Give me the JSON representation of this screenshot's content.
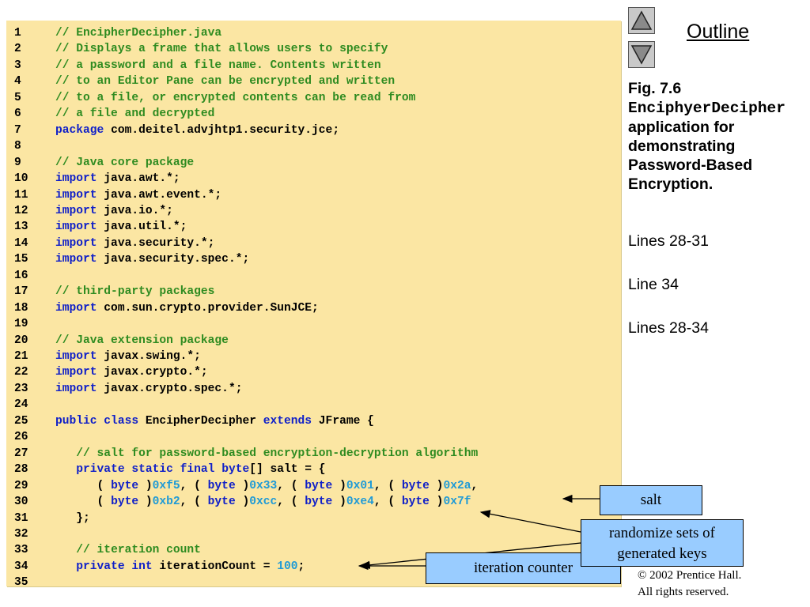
{
  "code": {
    "lines": [
      {
        "n": "1",
        "tokens": [
          {
            "t": "c",
            "v": "// EncipherDecipher.java"
          }
        ]
      },
      {
        "n": "2",
        "tokens": [
          {
            "t": "c",
            "v": "// Displays a frame that allows users to specify"
          }
        ]
      },
      {
        "n": "3",
        "tokens": [
          {
            "t": "c",
            "v": "// a password and a file name. Contents written"
          }
        ]
      },
      {
        "n": "4",
        "tokens": [
          {
            "t": "c",
            "v": "// to an Editor Pane can be encrypted and written"
          }
        ]
      },
      {
        "n": "5",
        "tokens": [
          {
            "t": "c",
            "v": "// to a file, or encrypted contents can be read from"
          }
        ]
      },
      {
        "n": "6",
        "tokens": [
          {
            "t": "c",
            "v": "// a file and decrypted"
          }
        ]
      },
      {
        "n": "7",
        "tokens": [
          {
            "t": "k",
            "v": "package"
          },
          {
            "t": "p",
            "v": " com.deitel.advjhtp1.security.jce;"
          }
        ]
      },
      {
        "n": "8",
        "tokens": []
      },
      {
        "n": "9",
        "tokens": [
          {
            "t": "c",
            "v": "// Java core package"
          }
        ]
      },
      {
        "n": "10",
        "tokens": [
          {
            "t": "k",
            "v": "import"
          },
          {
            "t": "p",
            "v": " java.awt.*;"
          }
        ]
      },
      {
        "n": "11",
        "tokens": [
          {
            "t": "k",
            "v": "import"
          },
          {
            "t": "p",
            "v": " java.awt.event.*;"
          }
        ]
      },
      {
        "n": "12",
        "tokens": [
          {
            "t": "k",
            "v": "import"
          },
          {
            "t": "p",
            "v": " java.io.*;"
          }
        ]
      },
      {
        "n": "13",
        "tokens": [
          {
            "t": "k",
            "v": "import"
          },
          {
            "t": "p",
            "v": " java.util.*;"
          }
        ]
      },
      {
        "n": "14",
        "tokens": [
          {
            "t": "k",
            "v": "import"
          },
          {
            "t": "p",
            "v": " java.security.*;"
          }
        ]
      },
      {
        "n": "15",
        "tokens": [
          {
            "t": "k",
            "v": "import"
          },
          {
            "t": "p",
            "v": " java.security.spec.*;"
          }
        ]
      },
      {
        "n": "16",
        "tokens": []
      },
      {
        "n": "17",
        "tokens": [
          {
            "t": "c",
            "v": "// third-party packages"
          }
        ]
      },
      {
        "n": "18",
        "tokens": [
          {
            "t": "k",
            "v": "import"
          },
          {
            "t": "p",
            "v": " com.sun.crypto.provider.SunJCE;"
          }
        ]
      },
      {
        "n": "19",
        "tokens": []
      },
      {
        "n": "20",
        "tokens": [
          {
            "t": "c",
            "v": "// Java extension package"
          }
        ]
      },
      {
        "n": "21",
        "tokens": [
          {
            "t": "k",
            "v": "import"
          },
          {
            "t": "p",
            "v": " javax.swing.*;"
          }
        ]
      },
      {
        "n": "22",
        "tokens": [
          {
            "t": "k",
            "v": "import"
          },
          {
            "t": "p",
            "v": " javax.crypto.*;"
          }
        ]
      },
      {
        "n": "23",
        "tokens": [
          {
            "t": "k",
            "v": "import"
          },
          {
            "t": "p",
            "v": " javax.crypto.spec.*;"
          }
        ]
      },
      {
        "n": "24",
        "tokens": []
      },
      {
        "n": "25",
        "tokens": [
          {
            "t": "k",
            "v": "public class"
          },
          {
            "t": "p",
            "v": " EncipherDecipher "
          },
          {
            "t": "k",
            "v": "extends"
          },
          {
            "t": "p",
            "v": " JFrame {"
          }
        ]
      },
      {
        "n": "26",
        "tokens": []
      },
      {
        "n": "27",
        "tokens": [
          {
            "t": "p",
            "v": "   "
          },
          {
            "t": "c",
            "v": "// salt for password-based encryption-decryption algorithm"
          }
        ]
      },
      {
        "n": "28",
        "tokens": [
          {
            "t": "p",
            "v": "   "
          },
          {
            "t": "k",
            "v": "private static final byte"
          },
          {
            "t": "p",
            "v": "[] salt = {"
          }
        ]
      },
      {
        "n": "29",
        "tokens": [
          {
            "t": "p",
            "v": "      ( "
          },
          {
            "t": "k",
            "v": "byte"
          },
          {
            "t": "p",
            "v": " )"
          },
          {
            "t": "n",
            "v": "0xf5"
          },
          {
            "t": "p",
            "v": ", ( "
          },
          {
            "t": "k",
            "v": "byte"
          },
          {
            "t": "p",
            "v": " )"
          },
          {
            "t": "n",
            "v": "0x33"
          },
          {
            "t": "p",
            "v": ", ( "
          },
          {
            "t": "k",
            "v": "byte"
          },
          {
            "t": "p",
            "v": " )"
          },
          {
            "t": "n",
            "v": "0x01"
          },
          {
            "t": "p",
            "v": ", ( "
          },
          {
            "t": "k",
            "v": "byte"
          },
          {
            "t": "p",
            "v": " )"
          },
          {
            "t": "n",
            "v": "0x2a"
          },
          {
            "t": "p",
            "v": ","
          }
        ]
      },
      {
        "n": "30",
        "tokens": [
          {
            "t": "p",
            "v": "      ( "
          },
          {
            "t": "k",
            "v": "byte"
          },
          {
            "t": "p",
            "v": " )"
          },
          {
            "t": "n",
            "v": "0xb2"
          },
          {
            "t": "p",
            "v": ", ( "
          },
          {
            "t": "k",
            "v": "byte"
          },
          {
            "t": "p",
            "v": " )"
          },
          {
            "t": "n",
            "v": "0xcc"
          },
          {
            "t": "p",
            "v": ", ( "
          },
          {
            "t": "k",
            "v": "byte"
          },
          {
            "t": "p",
            "v": " )"
          },
          {
            "t": "n",
            "v": "0xe4"
          },
          {
            "t": "p",
            "v": ", ( "
          },
          {
            "t": "k",
            "v": "byte"
          },
          {
            "t": "p",
            "v": " )"
          },
          {
            "t": "n",
            "v": "0x7f"
          }
        ]
      },
      {
        "n": "31",
        "tokens": [
          {
            "t": "p",
            "v": "   };"
          }
        ]
      },
      {
        "n": "32",
        "tokens": []
      },
      {
        "n": "33",
        "tokens": [
          {
            "t": "p",
            "v": "   "
          },
          {
            "t": "c",
            "v": "// iteration count"
          }
        ]
      },
      {
        "n": "34",
        "tokens": [
          {
            "t": "p",
            "v": "   "
          },
          {
            "t": "k",
            "v": "private int"
          },
          {
            "t": "p",
            "v": " iterationCount = "
          },
          {
            "t": "n",
            "v": "100"
          },
          {
            "t": "p",
            "v": ";"
          }
        ]
      },
      {
        "n": "35",
        "tokens": []
      }
    ]
  },
  "nav": {
    "up_icon": "triangle-up-icon",
    "down_icon": "triangle-down-icon",
    "outline_label": "Outline"
  },
  "notes": {
    "fig_label": "Fig. 7.6",
    "class_name": "EnciphyerDecipher",
    "caption": "application for demonstrating Password-Based Encryption.",
    "lines_a": "Lines 28-31",
    "line_b": "Line 34",
    "lines_c": "Lines 28-34"
  },
  "callouts": {
    "salt": "salt",
    "randomize": "randomize sets of generated keys",
    "iteration": "iteration counter"
  },
  "copyright": {
    "line1": "© 2002 Prentice Hall.",
    "line2": "All rights reserved."
  },
  "colors": {
    "code_bg": "#fbe6a3",
    "comment": "#2e8b20",
    "keyword": "#1020c8",
    "number": "#1f9ad6",
    "callout_bg": "#99ccff"
  }
}
